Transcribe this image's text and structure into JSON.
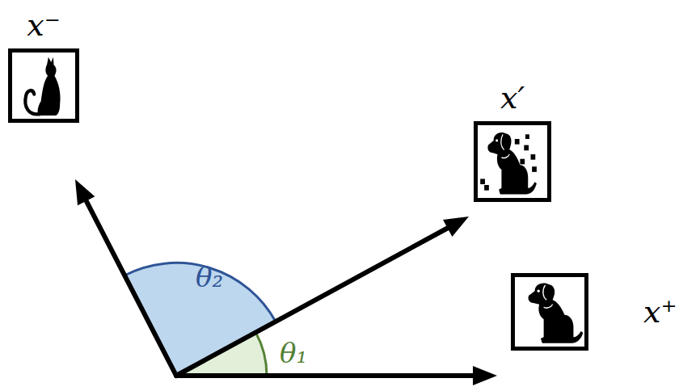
{
  "diagram": {
    "nodes": [
      {
        "text": [
          "x⁻"
        ]
      },
      {
        "text": [
          "x′"
        ]
      },
      {
        "text": [
          "x⁺"
        ]
      }
    ],
    "labels": [
      "θ₂",
      "θ₁"
    ]
  }
}
